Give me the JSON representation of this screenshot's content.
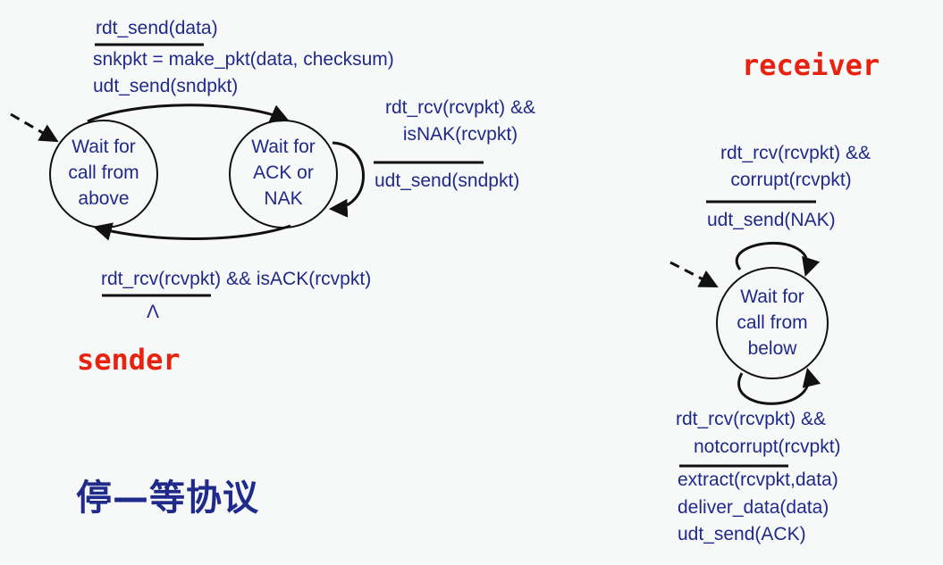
{
  "sender": {
    "label": "sender",
    "state_wait_above": [
      "Wait for",
      "call from",
      "above"
    ],
    "state_wait_ack": [
      "Wait for",
      "ACK or",
      "NAK"
    ],
    "t1_event": "rdt_send(data)",
    "t1_action_1": "snkpkt = make_pkt(data, checksum)",
    "t1_action_2": "udt_send(sndpkt)",
    "t2_event_1": "rdt_rcv(rcvpkt) &&",
    "t2_event_2": "isNAK(rcvpkt)",
    "t2_action": "udt_send(sndpkt)",
    "t3_event": "rdt_rcv(rcvpkt) && isACK(rcvpkt)",
    "t3_action": "Λ"
  },
  "receiver": {
    "label": "receiver",
    "state_wait_below": [
      "Wait for",
      "call from",
      "below"
    ],
    "t1_event_1": "rdt_rcv(rcvpkt) &&",
    "t1_event_2": "corrupt(rcvpkt)",
    "t1_action": "udt_send(NAK)",
    "t2_event_1": "rdt_rcv(rcvpkt) &&",
    "t2_event_2": "notcorrupt(rcvpkt)",
    "t2_action_1": "extract(rcvpkt,data)",
    "t2_action_2": "deliver_data(data)",
    "t2_action_3": "udt_send(ACK)"
  },
  "title": "停—等协议",
  "colors": {
    "text": "#1f2a8a",
    "accent": "#e8220f",
    "line": "#111111"
  }
}
